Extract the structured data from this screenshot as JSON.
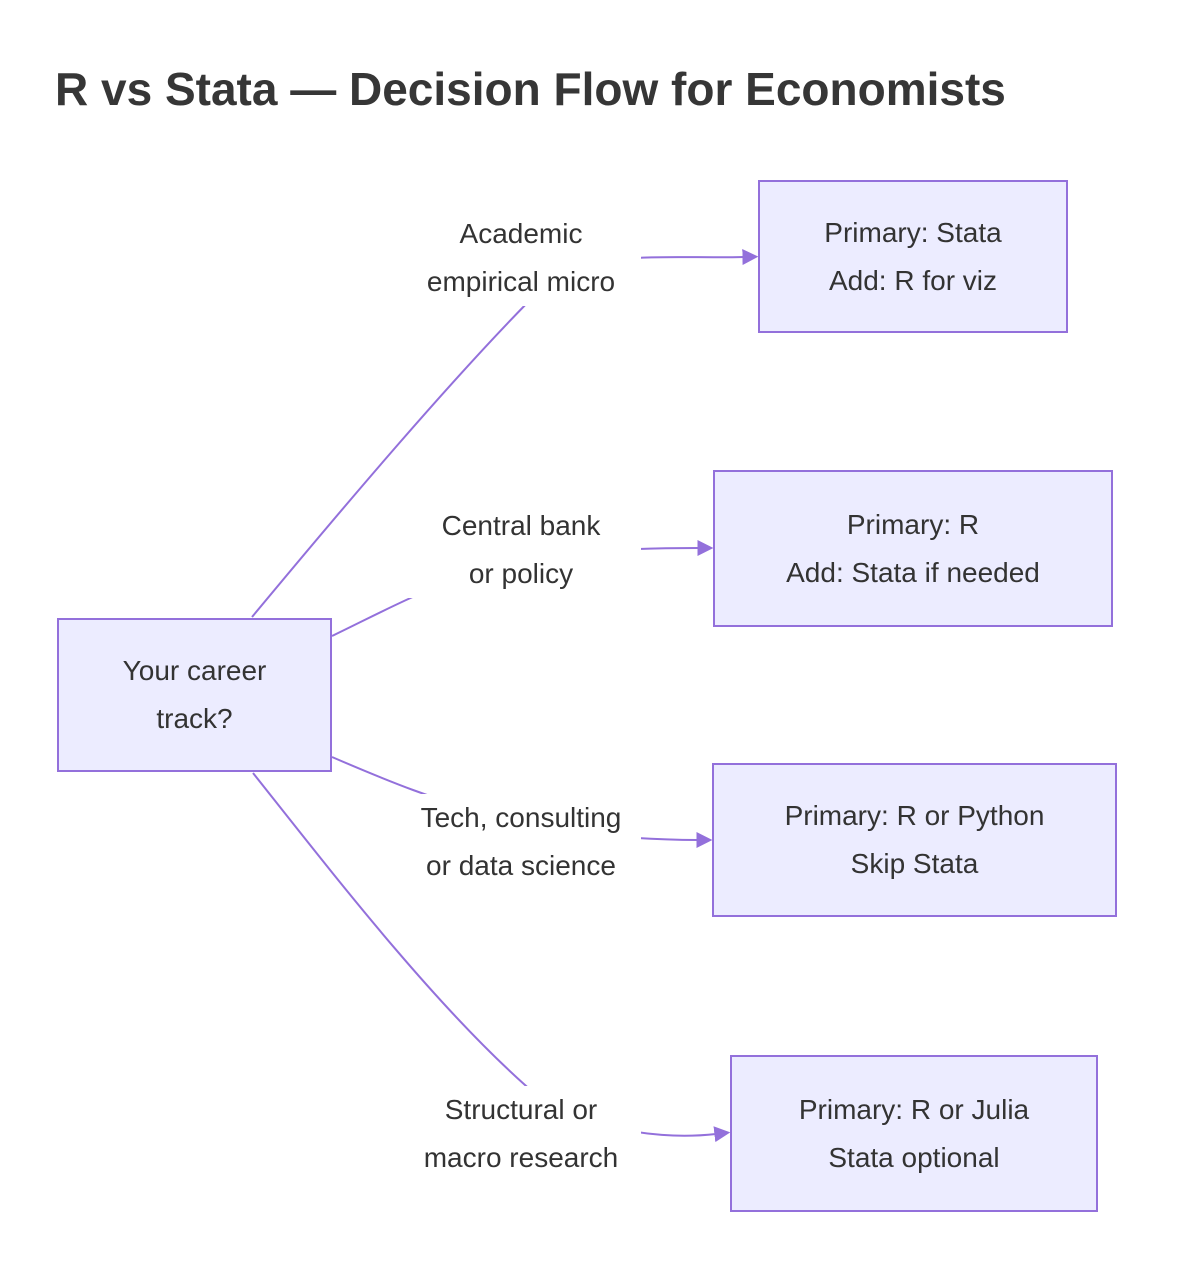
{
  "title": "R vs Stata — Decision Flow for Economists",
  "colors": {
    "node_fill": "#ECECFF",
    "node_border": "#9370DB",
    "edge": "#9370DB",
    "text": "#333333",
    "title_text": "#363636",
    "background": "#FFFFFF"
  },
  "root": {
    "line1": "Your career",
    "line2": "track?"
  },
  "branches": [
    {
      "edge_label_line1": "Academic",
      "edge_label_line2": "empirical micro",
      "result_line1": "Primary: Stata",
      "result_line2": "Add: R for viz"
    },
    {
      "edge_label_line1": "Central bank",
      "edge_label_line2": "or policy",
      "result_line1": "Primary: R",
      "result_line2": "Add: Stata if needed"
    },
    {
      "edge_label_line1": "Tech, consulting",
      "edge_label_line2": "or data science",
      "result_line1": "Primary: R or Python",
      "result_line2": "Skip Stata"
    },
    {
      "edge_label_line1": "Structural or",
      "edge_label_line2": "macro research",
      "result_line1": "Primary: R or Julia",
      "result_line2": "Stata optional"
    }
  ]
}
